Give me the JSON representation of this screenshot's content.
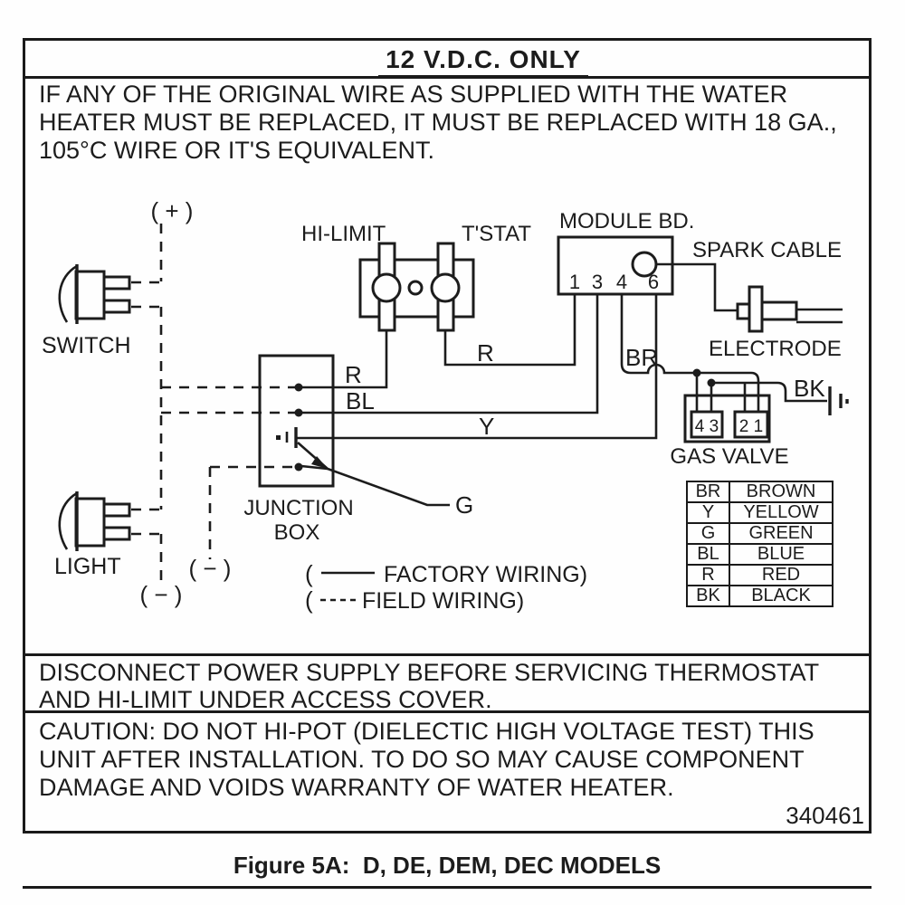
{
  "header": {
    "title": "12 V.D.C. ONLY"
  },
  "wire_notice": "IF ANY OF THE ORIGINAL WIRE AS SUPPLIED WITH THE WATER\nHEATER MUST BE REPLACED, IT MUST BE REPLACED WITH 18 GA.,\n105°C WIRE OR IT'S EQUIVALENT.",
  "diagram": {
    "polarity_positive": "( + )",
    "polarity_negative_1": "( − )",
    "polarity_negative_2": "( − )",
    "switch_label": "SWITCH",
    "light_label": "LIGHT",
    "hi_limit_label": "HI-LIMIT",
    "tstat_label": "T'STAT",
    "module_board_label": "MODULE BD.",
    "spark_cable_label": "SPARK CABLE",
    "electrode_label": "ELECTRODE",
    "gas_valve_label": "GAS VALVE",
    "junction_box_line1": "JUNCTION",
    "junction_box_line2": "BOX",
    "module_terminals": [
      "1",
      "3",
      "4",
      "6"
    ],
    "gas_valve_terminals": [
      "4 3",
      "2 1"
    ],
    "wire_labels": {
      "red_jbox": "R",
      "red_tstat": "R",
      "blue": "BL",
      "yellow": "Y",
      "brown": "BR",
      "black": "BK",
      "green": "G"
    },
    "legend": {
      "factory_open": "(",
      "factory_label": "FACTORY WIRING)",
      "field_open": "(",
      "field_label": "FIELD WIRING)"
    }
  },
  "wire_table": {
    "rows": [
      {
        "abbr": "BR",
        "name": "BROWN"
      },
      {
        "abbr": "Y",
        "name": "YELLOW"
      },
      {
        "abbr": "G",
        "name": "GREEN"
      },
      {
        "abbr": "BL",
        "name": "BLUE"
      },
      {
        "abbr": "R",
        "name": "RED"
      },
      {
        "abbr": "BK",
        "name": "BLACK"
      }
    ]
  },
  "service_notice": "DISCONNECT POWER SUPPLY BEFORE SERVICING THERMOSTAT\nAND HI-LIMIT UNDER ACCESS COVER.",
  "caution_notice": "CAUTION: DO NOT HI-POT (DIELECTIC HIGH VOLTAGE TEST) THIS\nUNIT AFTER INSTALLATION. TO DO SO MAY CAUSE COMPONENT\nDAMAGE AND VOIDS WARRANTY OF WATER HEATER.",
  "part_number": "340461",
  "figure_caption": "Figure 5A:  D, DE, DEM, DEC MODELS"
}
